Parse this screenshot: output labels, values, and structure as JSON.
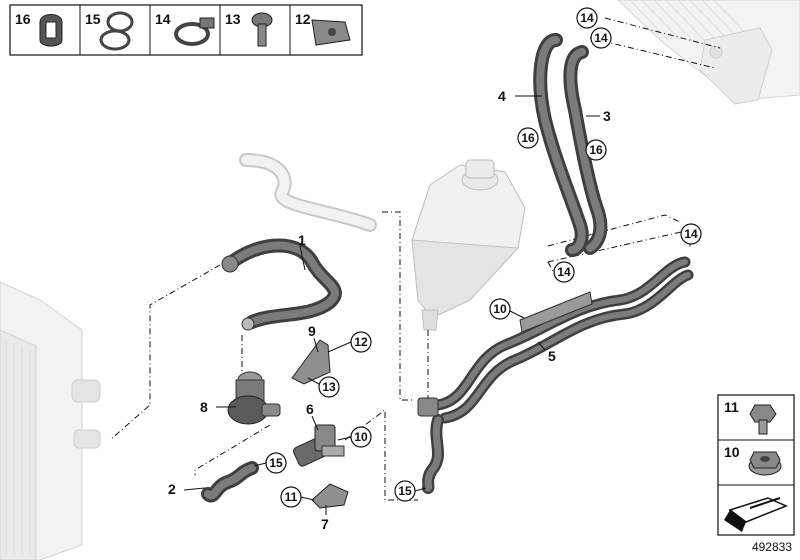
{
  "legend_top": [
    {
      "num": "16",
      "icon": "spring-clip-icon"
    },
    {
      "num": "15",
      "icon": "hose-clamp-icon"
    },
    {
      "num": "14",
      "icon": "worm-clamp-icon"
    },
    {
      "num": "13",
      "icon": "screw-icon"
    },
    {
      "num": "12",
      "icon": "clip-nut-icon"
    }
  ],
  "legend_right": [
    {
      "num": "11",
      "icon": "hex-bolt-icon"
    },
    {
      "num": "10",
      "icon": "flange-nut-icon"
    }
  ],
  "labels": {
    "l1": "1",
    "l2": "2",
    "l3": "3",
    "l4": "4",
    "l5": "5",
    "l6": "6",
    "l7": "7",
    "l8": "8",
    "l9": "9"
  },
  "callouts": {
    "c14a": "14",
    "c14b": "14",
    "c16a": "16",
    "c16b": "16",
    "c14c": "14",
    "c14d": "14",
    "c10a": "10",
    "c12": "12",
    "c13": "13",
    "c10b": "10",
    "c15a": "15",
    "c15b": "15",
    "c11": "11"
  },
  "doc_number": "492833"
}
